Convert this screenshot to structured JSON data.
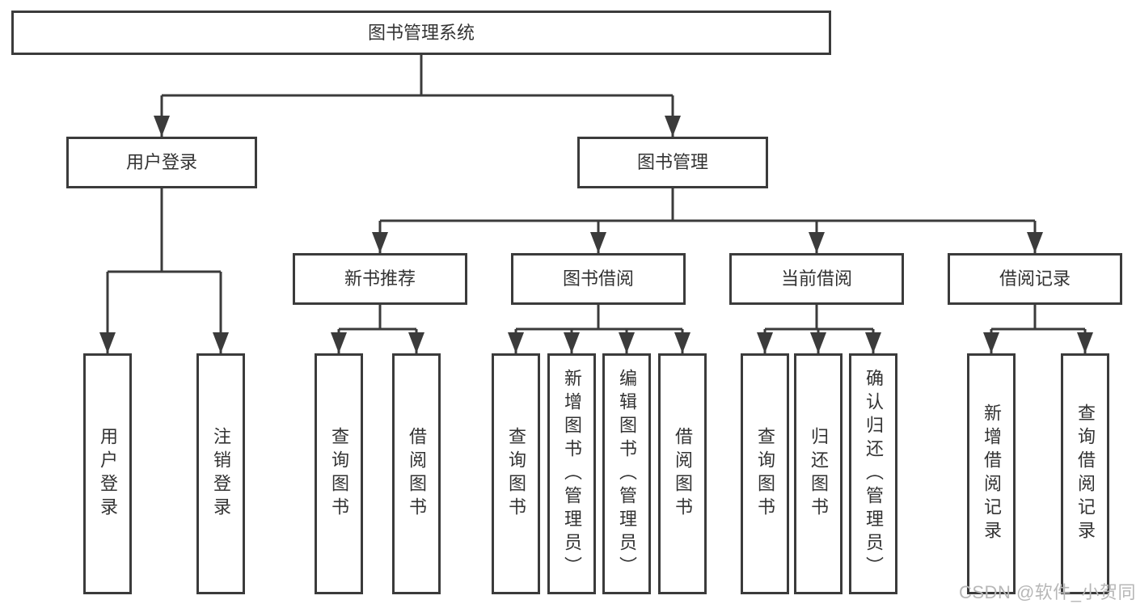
{
  "nodes": {
    "root": {
      "label": "图书管理系统"
    },
    "level2": [
      {
        "label": "用户登录"
      },
      {
        "label": "图书管理"
      }
    ],
    "level3": [
      {
        "label": "新书推荐"
      },
      {
        "label": "图书借阅"
      },
      {
        "label": "当前借阅"
      },
      {
        "label": "借阅记录"
      }
    ],
    "leaves": [
      {
        "label": "用户登录"
      },
      {
        "label": "注销登录"
      },
      {
        "label": "查询图书"
      },
      {
        "label": "借阅图书"
      },
      {
        "label": "查询图书"
      },
      {
        "label": "新增图书（管理员）"
      },
      {
        "label": "编辑图书（管理员）"
      },
      {
        "label": "借阅图书"
      },
      {
        "label": "查询图书"
      },
      {
        "label": "归还图书"
      },
      {
        "label": "确认归还（管理员）"
      },
      {
        "label": "新增借阅记录"
      },
      {
        "label": "查询借阅记录"
      }
    ]
  },
  "watermark": {
    "text": "CSDN @软件_小贺同学"
  },
  "colors": {
    "line": "#3b3b3b",
    "box_border": "#3b3b3b",
    "text": "#333333",
    "watermark": "#b7b7b7",
    "background": "#ffffff"
  }
}
